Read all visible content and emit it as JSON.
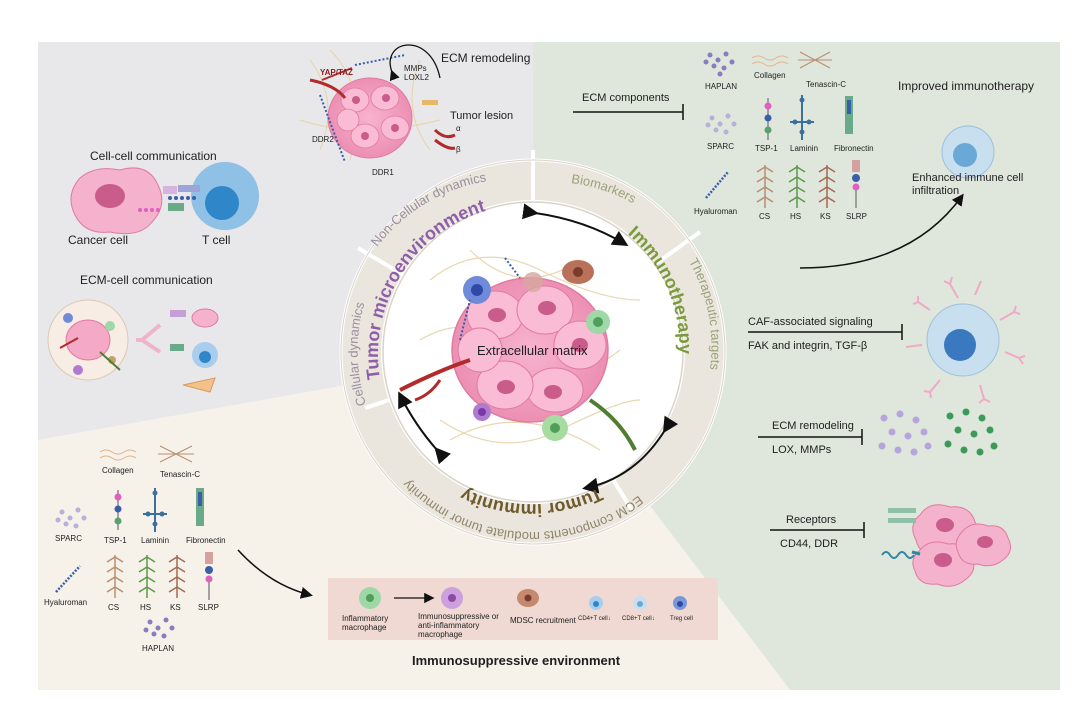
{
  "center": {
    "title": "Extracellular matrix",
    "ring_labels": [
      "Tumor microenvironment",
      "Immunotherapy",
      "Tumor immunity"
    ],
    "outer_labels": [
      "Non-Cellular dynamics",
      "Biomarkers",
      "Therapeutic targets",
      "ECM components modulate tumor immunity",
      "Cellular dynamics"
    ]
  },
  "top_left": {
    "ecm_remodeling": "ECM remodeling",
    "yap_taz": "YAP/TAZ",
    "mmps": "MMPs",
    "loxl2": "LOXL2",
    "tumor_lesion": "Tumor lesion",
    "ddr2": "DDR2",
    "ddr1": "DDR1",
    "alpha": "α",
    "beta": "β",
    "cell_cell": "Cell-cell communication",
    "cancer_cell": "Cancer cell",
    "t_cell": "T cell",
    "ecm_cell": "ECM-cell communication"
  },
  "top_right": {
    "ecm_components": "ECM components",
    "haplan": "HAPLAN",
    "collagen": "Collagen",
    "tenascin": "Tenascin-C",
    "sparc": "SPARC",
    "tsp1": "TSP-1",
    "laminin": "Laminin",
    "fibronectin": "Fibronectin",
    "hyaluroman": "Hyaluroman",
    "cs": "CS",
    "hs": "HS",
    "ks": "KS",
    "slrp": "SLRP",
    "improved": "Improved immunotherapy",
    "enhanced": "Enhanced immune cell infiltration",
    "caf_signal": "CAF-associated signaling",
    "fak": "FAK and integrin, TGF-β",
    "ecm_remod": "ECM remodeling",
    "lox": "LOX, MMPs",
    "receptors": "Receptors",
    "cd44": "CD44, DDR"
  },
  "bottom_left": {
    "collagen": "Collagen",
    "tenascin": "Tenascin-C",
    "sparc": "SPARC",
    "tsp1": "TSP-1",
    "laminin": "Laminin",
    "fibronectin": "Fibronectin",
    "hyaluroman": "Hyaluroman",
    "cs": "CS",
    "hs": "HS",
    "ks": "KS",
    "slrp": "SLRP",
    "haplan": "HAPLAN",
    "box_inflam": "Inflammatory macrophage",
    "box_immuno": "Immunosuppressive or anti-inflammatory macrophage",
    "box_mdsc": "MDSC recruitment",
    "box_cd4": "CD4+T cell↓",
    "box_cd8": "CD8+T cell↓",
    "box_treg": "Treg cell",
    "env": "Immunosuppressive environment"
  },
  "colors": {
    "panel_left": "#e7e6e9",
    "panel_right": "#dfe5dc",
    "panel_bottom": "#f6f2ea",
    "tme_purple": "#8e5fa8",
    "immuno_green": "#7a9a3c",
    "tumor_brown": "#6e5a2a",
    "cell_pink": "#f4a9c6"
  }
}
